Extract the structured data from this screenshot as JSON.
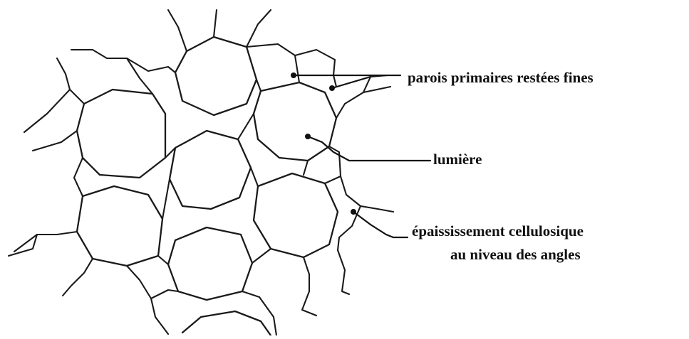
{
  "labels": {
    "primary_walls": "parois primaires restées fines",
    "lumen": "lumière",
    "thickening_line1": "épaississement cellulosique",
    "thickening_line2": "au niveau des angles"
  },
  "colors": {
    "background": "#ffffff",
    "ink": "#111111"
  }
}
